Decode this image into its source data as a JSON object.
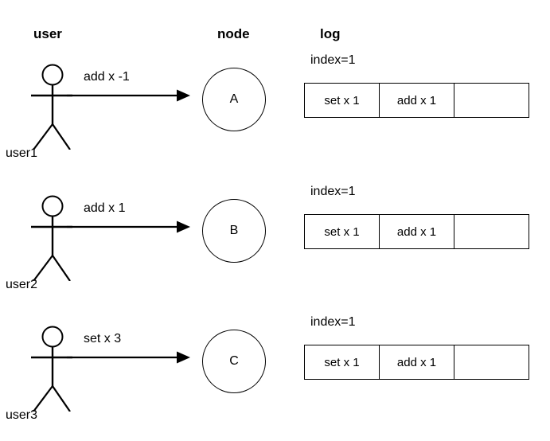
{
  "columns": {
    "user": "user",
    "node": "node",
    "log": "log"
  },
  "colors": {
    "stroke": "#000000",
    "background": "#ffffff",
    "text": "#000000"
  },
  "rows": [
    {
      "actor_label": "user1",
      "message": "add x -1",
      "node": "A",
      "log_index": "index=1",
      "log_cells": [
        "set x 1",
        "add x 1",
        ""
      ]
    },
    {
      "actor_label": "user2",
      "message": "add x 1",
      "node": "B",
      "log_index": "index=1",
      "log_cells": [
        "set x 1",
        "add x 1",
        ""
      ]
    },
    {
      "actor_label": "user3",
      "message": "set x 3",
      "node": "C",
      "log_index": "index=1",
      "log_cells": [
        "set x 1",
        "add x 1",
        ""
      ]
    }
  ]
}
